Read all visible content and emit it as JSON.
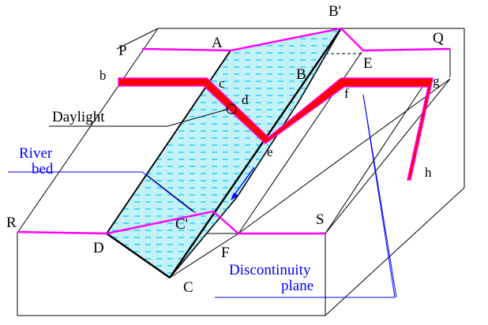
{
  "colors": {
    "outline": "#000000",
    "plane_fill": "#b8eef3",
    "plane_hatch": "#00c8ff",
    "outcrop": "#ff00ff",
    "bed": "#ff0000",
    "annotation_blue": "#0000ff"
  },
  "labels": {
    "P": "P",
    "A": "A",
    "B_prime": "B'",
    "Q": "Q",
    "E": "E",
    "B": "B",
    "b": "b",
    "c_top": "c",
    "d": "d",
    "e": "e",
    "f": "f",
    "g": "g",
    "h": "h",
    "R": "R",
    "S": "S",
    "C_prime": "C'",
    "D": "D",
    "F": "F",
    "C": "C"
  },
  "annotations": {
    "daylight": "Daylight",
    "river_bed": [
      "River",
      "bed"
    ],
    "discontinuity_plane": [
      "Discontinuity",
      "plane"
    ]
  }
}
